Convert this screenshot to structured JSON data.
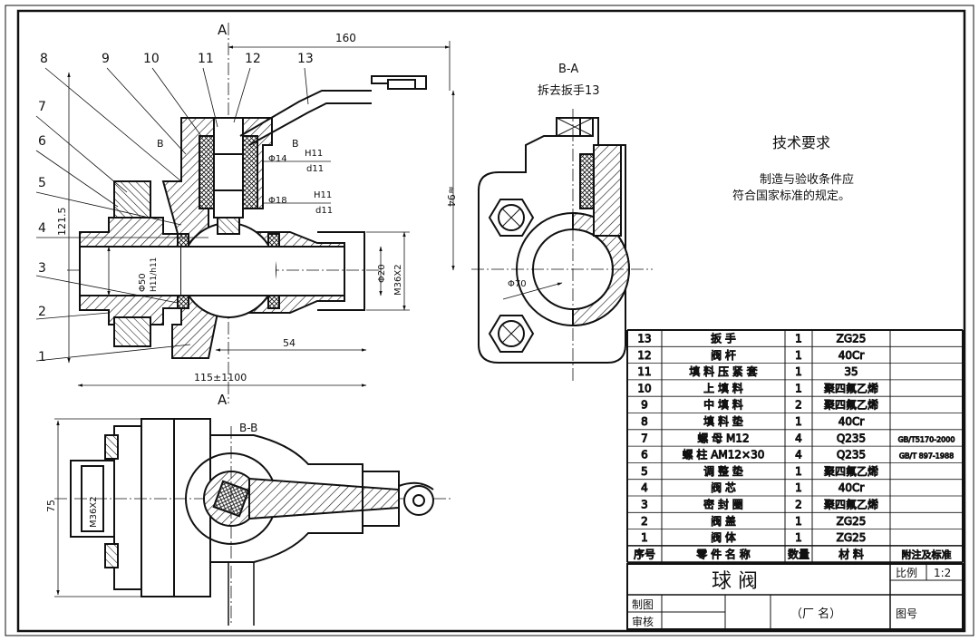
{
  "section_marks": {
    "a_top": "A",
    "a_bottom": "A",
    "b_left": "B",
    "b_right": "B"
  },
  "balloons": [
    "8",
    "9",
    "10",
    "11",
    "12",
    "13",
    "7",
    "6",
    "5",
    "4",
    "3",
    "2",
    "1"
  ],
  "dims": {
    "d160": "160",
    "d94": "≈94",
    "d1215": "121.5",
    "fit14": "Φ14",
    "fit18": "Φ18",
    "tol_h": "H11",
    "tol_d": "d11",
    "d50": "Φ50",
    "d50_tol": "H11/h11",
    "d20": "Φ20",
    "m36_front": "M36X2",
    "d54": "54",
    "d115": "115±1100",
    "d70": "Φ70",
    "d75": "75",
    "m36_bottom": "M36X2"
  },
  "view_ba": {
    "title": "B-A",
    "note": "拆去扳手13"
  },
  "view_bb": {
    "title": "B-B"
  },
  "tech": {
    "title": "技术要求",
    "line1": "制造与验收条件应",
    "line2": "符合国家标准的规定。"
  },
  "bom": {
    "rows": [
      {
        "no": "13",
        "name": "扳              手",
        "qty": "1",
        "mat": "ZG25",
        "note": ""
      },
      {
        "no": "12",
        "name": "阀              杆",
        "qty": "1",
        "mat": "40Cr",
        "note": ""
      },
      {
        "no": "11",
        "name": "填 料 压 紧 套",
        "qty": "1",
        "mat": "35",
        "note": ""
      },
      {
        "no": "10",
        "name": "上      填      料",
        "qty": "1",
        "mat": "聚四氟乙烯",
        "note": ""
      },
      {
        "no": "9",
        "name": "中      填      料",
        "qty": "2",
        "mat": "聚四氟乙烯",
        "note": ""
      },
      {
        "no": "8",
        "name": "填      料      垫",
        "qty": "1",
        "mat": "40Cr",
        "note": ""
      },
      {
        "no": "7",
        "name": "螺      母      M12",
        "qty": "4",
        "mat": "Q235",
        "note": "GB/T5170-2000"
      },
      {
        "no": "6",
        "name": "螺 柱 AM12×30",
        "qty": "4",
        "mat": "Q235",
        "note": "GB/T 897-1988"
      },
      {
        "no": "5",
        "name": "调      整      垫",
        "qty": "1",
        "mat": "聚四氟乙烯",
        "note": ""
      },
      {
        "no": "4",
        "name": "阀              芯",
        "qty": "1",
        "mat": "40Cr",
        "note": ""
      },
      {
        "no": "3",
        "name": "密      封      圈",
        "qty": "2",
        "mat": "聚四氟乙烯",
        "note": ""
      },
      {
        "no": "2",
        "name": "阀              盖",
        "qty": "1",
        "mat": "ZG25",
        "note": ""
      },
      {
        "no": "1",
        "name": "阀              体",
        "qty": "1",
        "mat": "ZG25",
        "note": ""
      }
    ],
    "header": {
      "no": "序号",
      "name": "零 件 名 称",
      "qty": "数量",
      "mat": "材 料",
      "note": "附注及标准"
    }
  },
  "title_block": {
    "name": "球      阀",
    "scale_label": "比例",
    "scale": "1:2",
    "draw": "制图",
    "check": "审核",
    "factory": "（厂      名）",
    "drawing_no": "图号"
  }
}
